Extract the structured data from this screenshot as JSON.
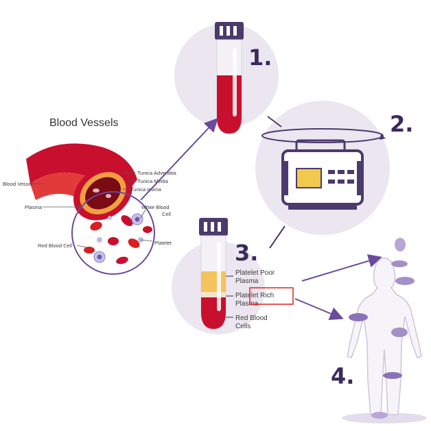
{
  "diagram": {
    "vessel_title": "Blood Vessels",
    "vessel_labels": {
      "tunica_adventitia": "Tunica Adventitia",
      "tunica_media": "Tunica Media",
      "tunica_intima": "Tunica Intima",
      "blood_vessel": "Blood Vessel",
      "plasma": "Plasma",
      "white_blood_cell_1": "White Blood",
      "white_blood_cell_2": "Cell",
      "platelet": "Platelet",
      "red_blood_cell": "Red Blood Cell"
    },
    "steps": [
      "1.",
      "2.",
      "3.",
      "4."
    ],
    "tube_labels": {
      "ppp_1": "Platelet Poor",
      "ppp_2": "Plasma",
      "prp_1": "Platelet Rich",
      "prp_2": "Plasma",
      "rbc_1": "Red Blood",
      "rbc_2": "Cells"
    },
    "colors": {
      "purple_dark": "#4b3a6b",
      "purple_light": "#e9e3ef",
      "arrow": "#6a4a9c",
      "blood": "#c8102e",
      "plasma_yellow": "#f5c35c",
      "screen_yellow": "#f2c94c",
      "highlight_box": "#e02020"
    }
  }
}
